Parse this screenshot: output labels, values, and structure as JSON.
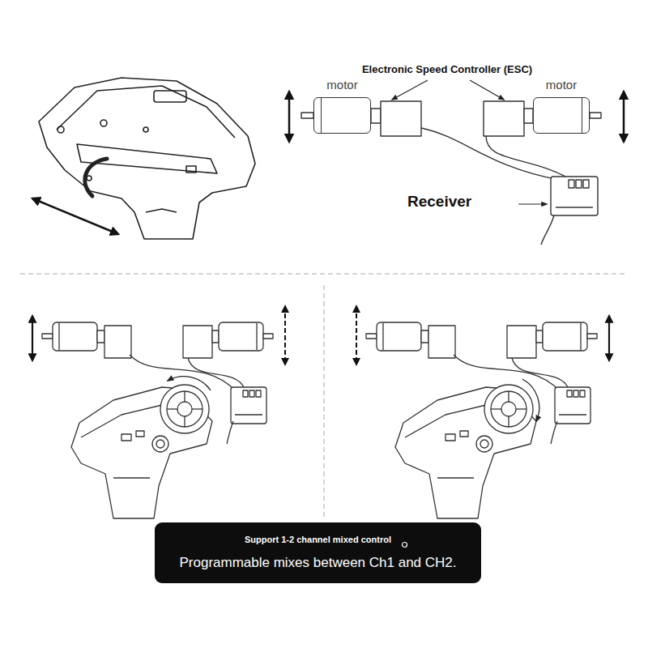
{
  "diagram": {
    "nodes": [
      {
        "text": [
          "motor"
        ]
      },
      {
        "text": [
          "motor"
        ]
      },
      {
        "text": [
          "Support 1-2 channel mixed control",
          "Programmable mixes between Ch1 and CH2."
        ]
      }
    ],
    "labels": [
      "Electronic Speed Controller (ESC)",
      "Receiver"
    ]
  }
}
